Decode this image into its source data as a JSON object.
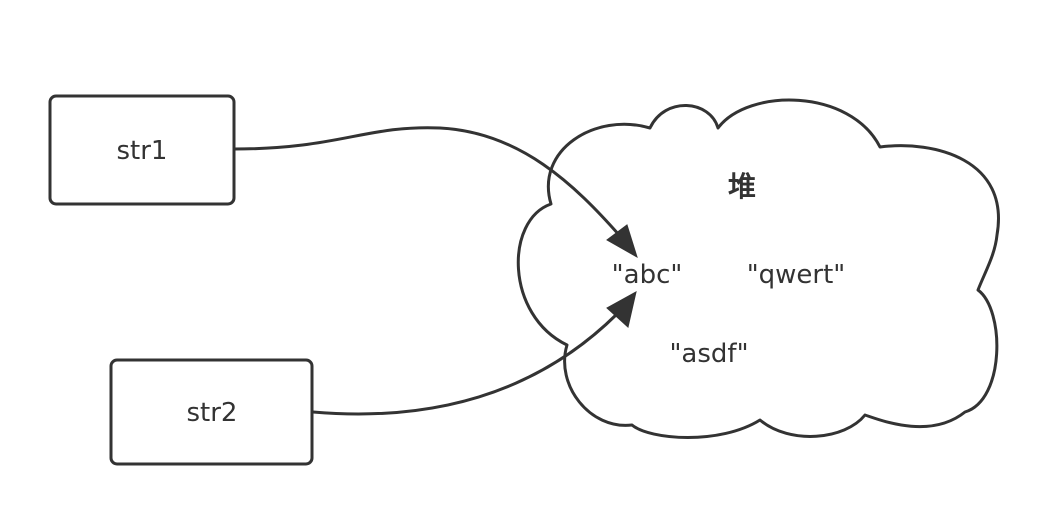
{
  "variables": [
    {
      "id": "str1",
      "label": "str1"
    },
    {
      "id": "str2",
      "label": "str2"
    }
  ],
  "heap": {
    "title": "堆",
    "strings": [
      {
        "id": "abc",
        "label": "\"abc\""
      },
      {
        "id": "qwert",
        "label": "\"qwert\""
      },
      {
        "id": "asdf",
        "label": "\"asdf\""
      }
    ]
  },
  "references": [
    {
      "from": "str1",
      "to": "abc"
    },
    {
      "from": "str2",
      "to": "abc"
    }
  ]
}
